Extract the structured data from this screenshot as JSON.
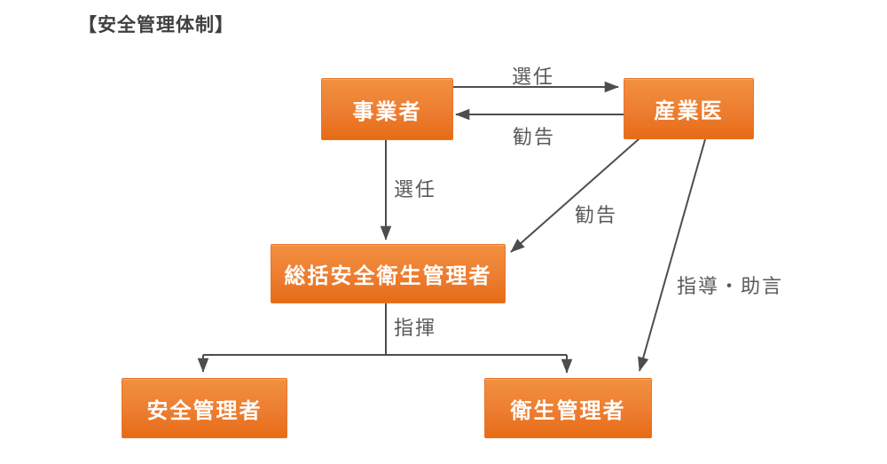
{
  "title": "【安全管理体制】",
  "nodes": {
    "employer": {
      "label": "事業者"
    },
    "industrial_physician": {
      "label": "産業医"
    },
    "general_safety_health_manager": {
      "label": "総括安全衛生管理者"
    },
    "safety_manager": {
      "label": "安全管理者"
    },
    "health_manager": {
      "label": "衛生管理者"
    }
  },
  "edge_labels": {
    "appoint_physician": "選任",
    "recommend_to_employer": "勧告",
    "appoint_general_manager": "選任",
    "recommend_to_general_manager": "勧告",
    "guidance_advice": "指導・助言",
    "command": "指揮"
  },
  "colors": {
    "node_fill_top": "#F1913F",
    "node_fill_bottom": "#E66C15",
    "node_text": "#FFFFFF",
    "connector_line": "#4D4D4D",
    "edge_label_text": "#595959",
    "title_text": "#3F3F3F",
    "background": "#FFFFFF"
  }
}
